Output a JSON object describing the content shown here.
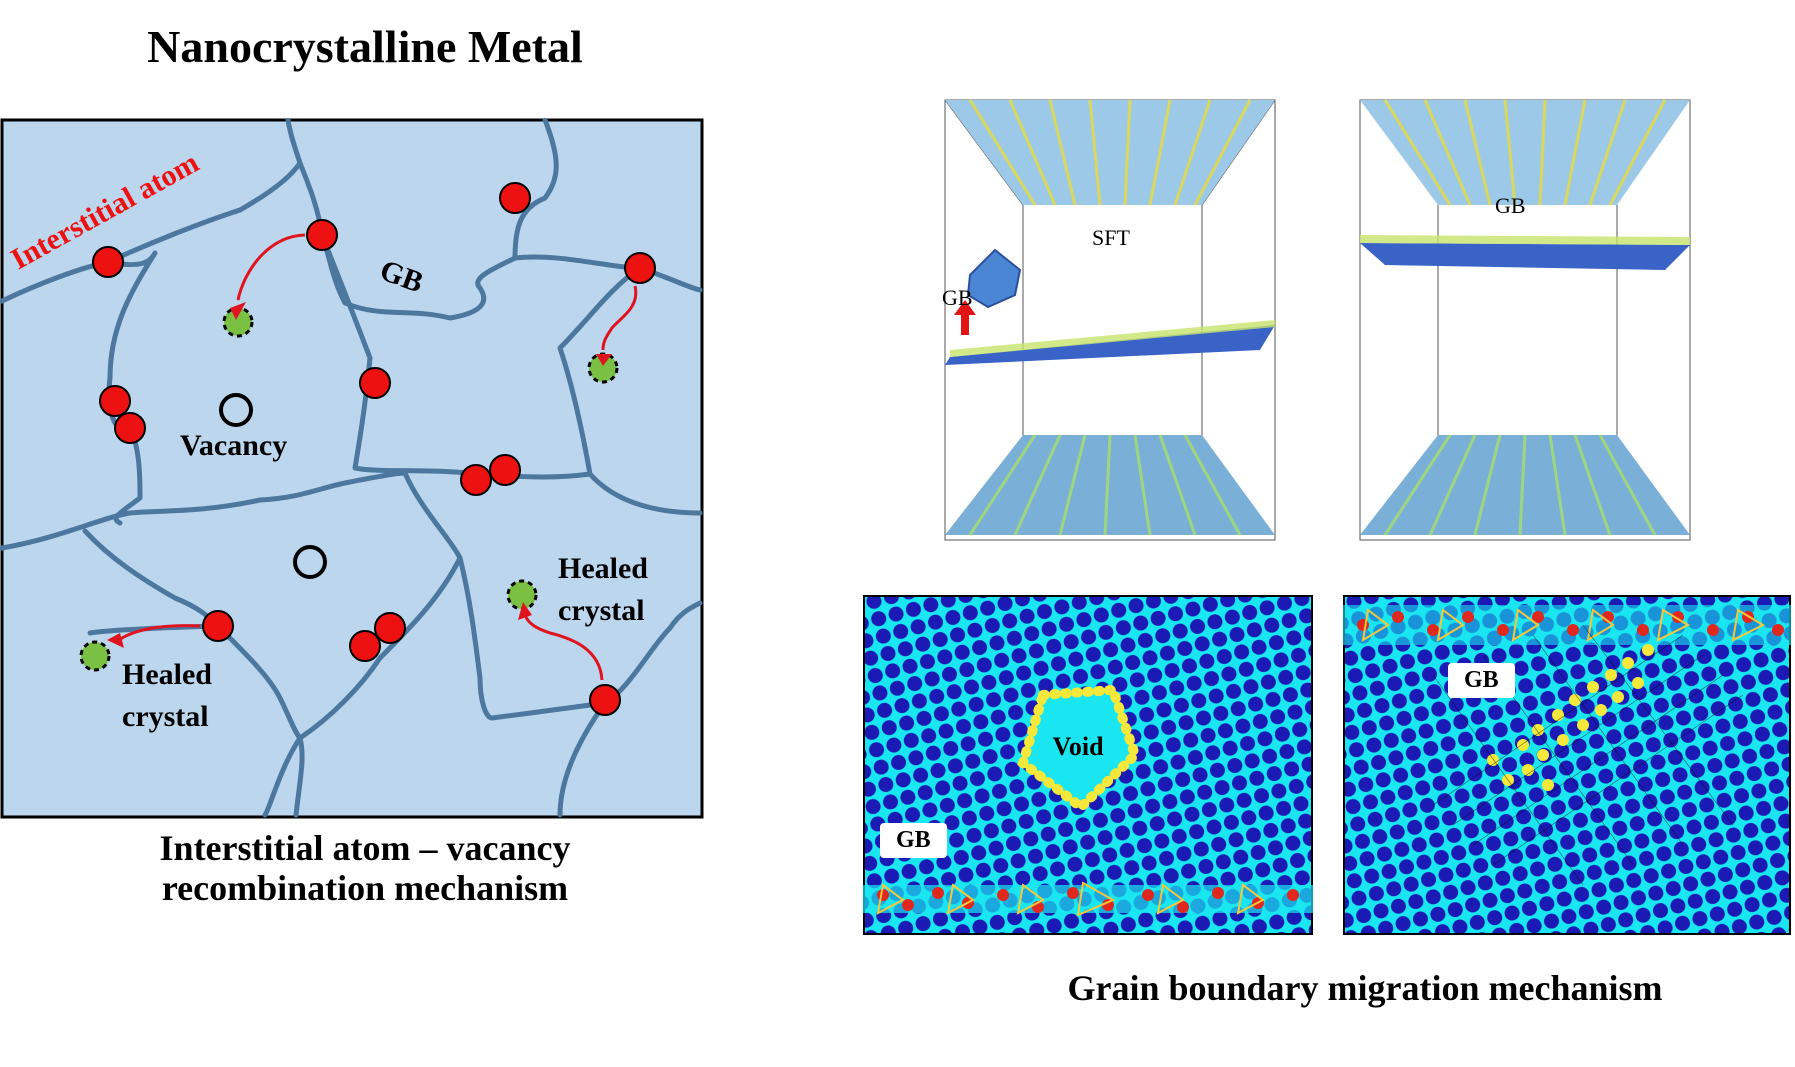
{
  "title": "Nanocrystalline Metal",
  "left_panel": {
    "label_interstitial": "Interstitial atom",
    "label_gb": "GB",
    "label_vacancy": "Vacancy",
    "label_healed_right_1": "Healed",
    "label_healed_right_2": "crystal",
    "label_healed_left_1": "Healed",
    "label_healed_left_2": "crystal",
    "caption_line1": "Interstitial atom – vacancy",
    "caption_line2": "recombination mechanism"
  },
  "right_top": {
    "label_sft": "SFT",
    "label_gb_left": "GB",
    "label_gb_right": "GB"
  },
  "right_bottom": {
    "label_void": "Void",
    "label_gb_left": "GB",
    "label_gb_right": "GB",
    "caption": "Grain boundary migration mechanism"
  },
  "colors": {
    "grain_fill": "#bcd6ee",
    "grain_boundary": "#4c78a0",
    "interstitial": "#ee1111",
    "healed": "#7ac143",
    "arrow": "#e0141e",
    "md_background": "#19e6f0",
    "md_atom": "#1c1ab5",
    "md_gb_atom": "#e0281e",
    "md_void_atom": "#f5e83a"
  }
}
